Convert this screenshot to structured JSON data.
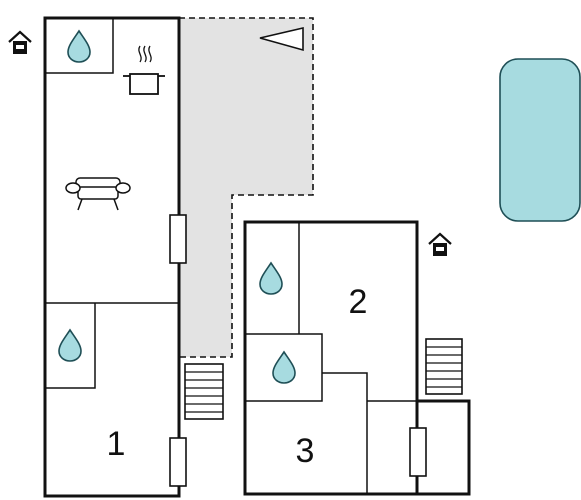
{
  "plan": {
    "room_labels": [
      "1",
      "2",
      "3"
    ],
    "icons": {
      "water": "water-drop-icon",
      "house": "house-entrance-icon",
      "kitchen": "cooking-pot-icon",
      "living": "sofa-icon",
      "stairs": "stairs-icon",
      "window": "window-icon",
      "pool": "swimming-pool-icon",
      "terrace": "terrace-area",
      "direction": "direction-arrow-icon"
    },
    "colors": {
      "wall": "#111111",
      "water_fill": "#a7dbe0",
      "water_stroke": "#1f4f56",
      "pool_fill": "#a7dbe0",
      "terrace_fill": "#e3e3e3",
      "background": "#ffffff"
    }
  }
}
